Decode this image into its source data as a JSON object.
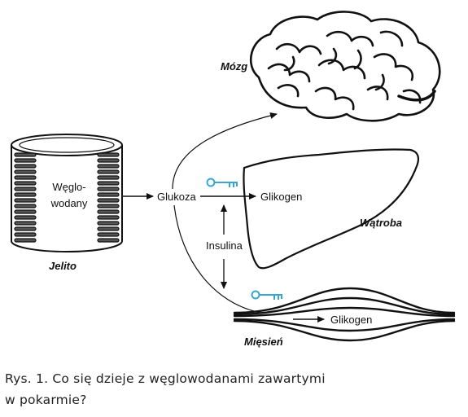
{
  "diagram": {
    "organs": {
      "brain": "Mózg",
      "intestine": "Jelito",
      "liver": "Wątroba",
      "muscle": "Mięsień"
    },
    "labels": {
      "carbs_line1": "Węglo-",
      "carbs_line2": "wodany",
      "glucose": "Glukoza",
      "glycogen_liver": "Glikogen",
      "glycogen_muscle": "Glikogen",
      "insulin": "Insulina"
    },
    "colors": {
      "ink": "#111111",
      "key": "#3aa6cf"
    },
    "icons": [
      "brain-icon",
      "intestine-icon",
      "liver-icon",
      "muscle-icon",
      "key-icon"
    ]
  },
  "caption": {
    "line1": "Rys. 1. Co się dzieje z węglowodanami zawartymi",
    "line2": "w pokarmie?"
  }
}
